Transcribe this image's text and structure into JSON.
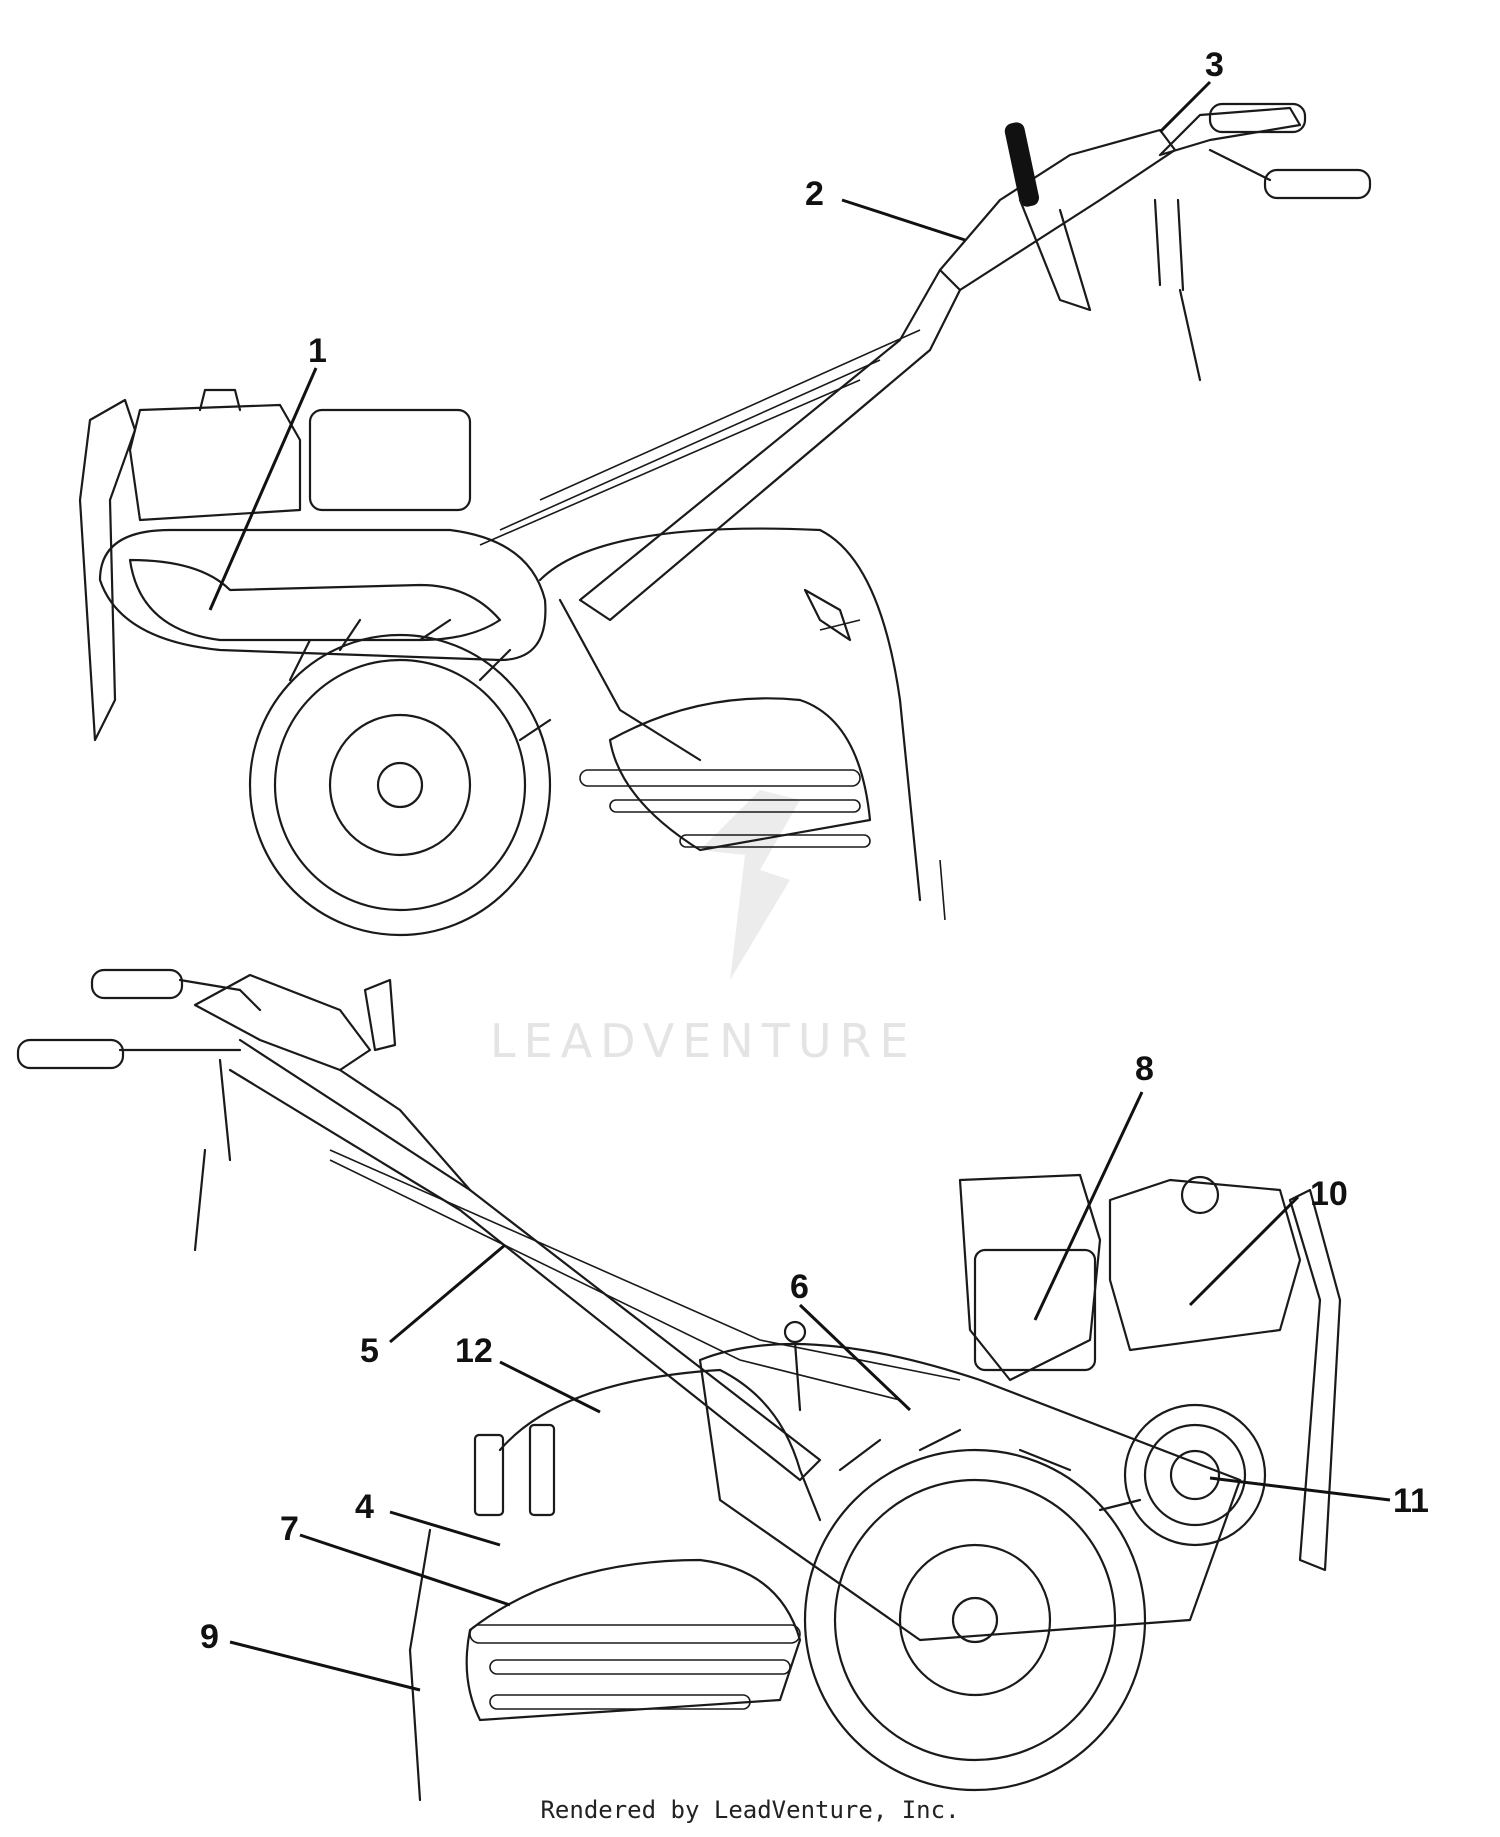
{
  "watermark": {
    "text": "LEADVENTURE"
  },
  "footer": {
    "text": "Rendered by LeadVenture, Inc."
  },
  "callouts": [
    {
      "id": "1",
      "label": "1"
    },
    {
      "id": "2",
      "label": "2"
    },
    {
      "id": "3",
      "label": "3"
    },
    {
      "id": "4",
      "label": "4"
    },
    {
      "id": "5",
      "label": "5"
    },
    {
      "id": "6",
      "label": "6"
    },
    {
      "id": "7",
      "label": "7"
    },
    {
      "id": "8",
      "label": "8"
    },
    {
      "id": "9",
      "label": "9"
    },
    {
      "id": "10",
      "label": "10"
    },
    {
      "id": "11",
      "label": "11"
    },
    {
      "id": "12",
      "label": "12"
    }
  ]
}
